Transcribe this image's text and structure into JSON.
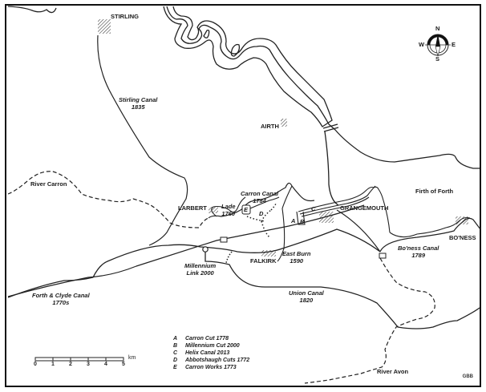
{
  "map": {
    "towns": [
      {
        "id": "stirling",
        "label": "STIRLING"
      },
      {
        "id": "airth",
        "label": "AIRTH"
      },
      {
        "id": "larbert",
        "label": "LARBERT"
      },
      {
        "id": "grangemouth",
        "label": "GRANGEMOUTH"
      },
      {
        "id": "falkirk",
        "label": "FALKIRK"
      },
      {
        "id": "boness",
        "label": "BO'NESS"
      }
    ],
    "waterways": [
      {
        "id": "stirling-canal",
        "name": "Stirling Canal",
        "year": "1835"
      },
      {
        "id": "carron-canal",
        "name": "Carron Canal",
        "year": "1784"
      },
      {
        "id": "lade",
        "name": "Lade",
        "year": "1760"
      },
      {
        "id": "east-burn",
        "name": "East Burn",
        "year": "1590"
      },
      {
        "id": "boness-canal",
        "name": "Bo'ness Canal",
        "year": "1789"
      },
      {
        "id": "millennium-link",
        "name": "Millennium",
        "year": "Link 2000"
      },
      {
        "id": "forth-clyde-canal",
        "name": "Forth & Clyde Canal",
        "year": "1770s"
      },
      {
        "id": "union-canal",
        "name": "Union Canal",
        "year": "1820"
      }
    ],
    "rivers": [
      {
        "id": "river-carron",
        "label": "River Carron"
      },
      {
        "id": "river-avon",
        "label": "River Avon"
      },
      {
        "id": "firth-of-forth",
        "label": "Firth of Forth"
      }
    ],
    "markers": [
      "A",
      "B",
      "C",
      "D",
      "E"
    ],
    "legend": [
      {
        "key": "A",
        "text": "Carron Cut 1778"
      },
      {
        "key": "B",
        "text": "Millennium Cut  2000"
      },
      {
        "key": "C",
        "text": "Helix Canal  2013"
      },
      {
        "key": "D",
        "text": "Abbotshaugh Cuts  1772"
      },
      {
        "key": "E",
        "text": "Carron Works  1773"
      }
    ],
    "compass": {
      "n": "N",
      "s": "S",
      "e": "E",
      "w": "W"
    },
    "scale": {
      "ticks": [
        "0",
        "1",
        "2",
        "3",
        "4",
        "5"
      ],
      "unit": "km"
    },
    "credit": "GBB"
  }
}
